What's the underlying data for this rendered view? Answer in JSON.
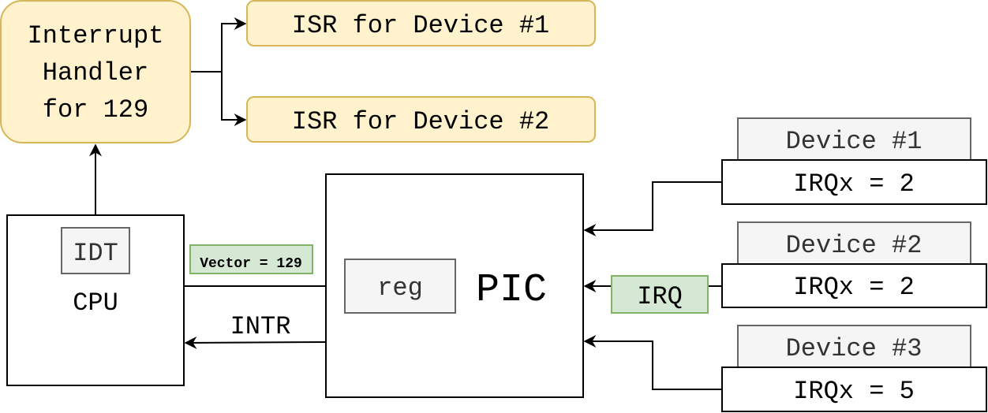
{
  "handler": {
    "lines": [
      "Interrupt",
      "Handler",
      "for 129"
    ]
  },
  "isr1": {
    "label": "ISR for Device #1"
  },
  "isr2": {
    "label": "ISR for Device #2"
  },
  "cpu": {
    "label": "CPU",
    "idt": "IDT"
  },
  "pic": {
    "label": "PIC",
    "reg": "reg"
  },
  "vector": {
    "label": "Vector = 129"
  },
  "intr": {
    "label": "INTR"
  },
  "irq": {
    "label": "IRQ"
  },
  "devices": [
    {
      "name": "Device #1",
      "irq": "IRQx = 2"
    },
    {
      "name": "Device #2",
      "irq": "IRQx = 2"
    },
    {
      "name": "Device #3",
      "irq": "IRQx = 5"
    }
  ],
  "colors": {
    "handler_fill": "#fff2cc",
    "handler_stroke": "#d6b656",
    "label_fill": "#d5e8d4",
    "label_stroke": "#82b366",
    "device_fill": "#f5f5f5"
  }
}
